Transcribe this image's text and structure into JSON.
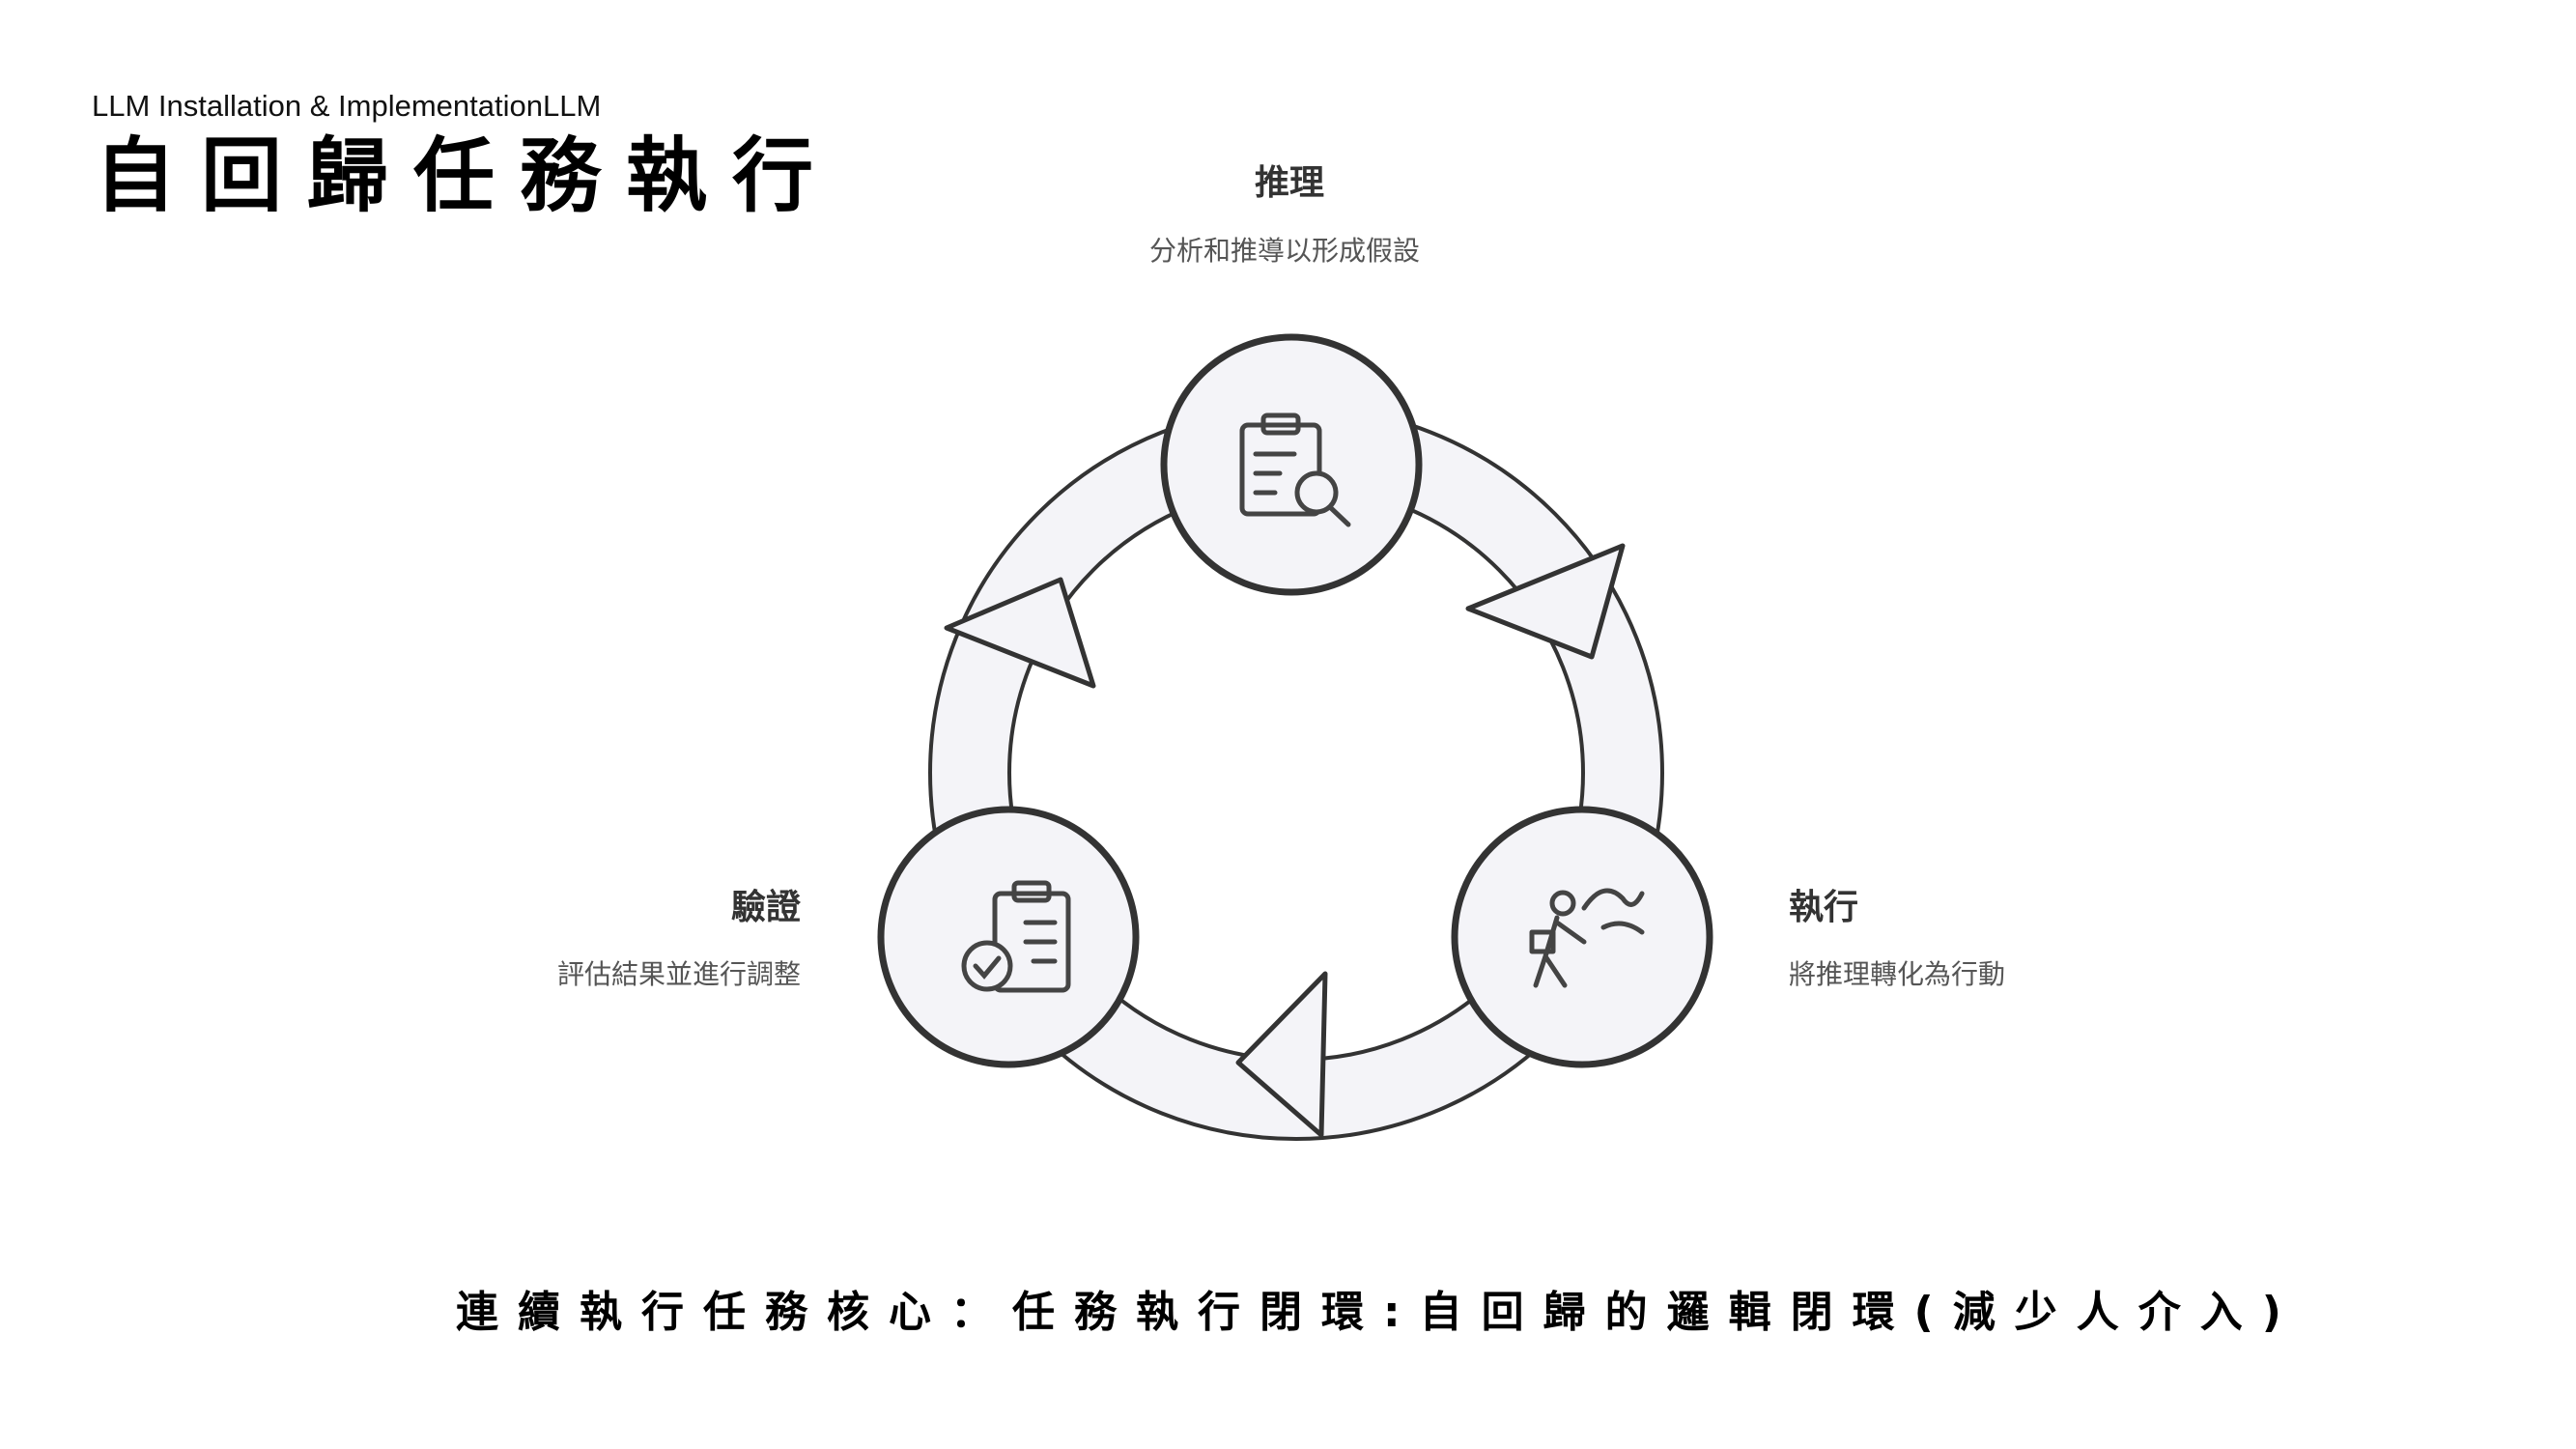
{
  "header": {
    "subtitle": "LLM Installation & ImplementationLLM",
    "title": "自回歸任務執行"
  },
  "cycle": {
    "steps": [
      {
        "label": "推理",
        "description": "分析和推導以形成假設",
        "icon": "clipboard-search-icon"
      },
      {
        "label": "執行",
        "description": "將推理轉化為行動",
        "icon": "person-action-icon"
      },
      {
        "label": "驗證",
        "description": "評估結果並進行調整",
        "icon": "clipboard-check-icon"
      }
    ],
    "colors": {
      "stroke": "#333333",
      "fill": "#f4f4f8"
    }
  },
  "footer": {
    "text": "連續執行任務核心：任務執行閉環:自回歸的邏輯閉環(減少人介入)"
  }
}
